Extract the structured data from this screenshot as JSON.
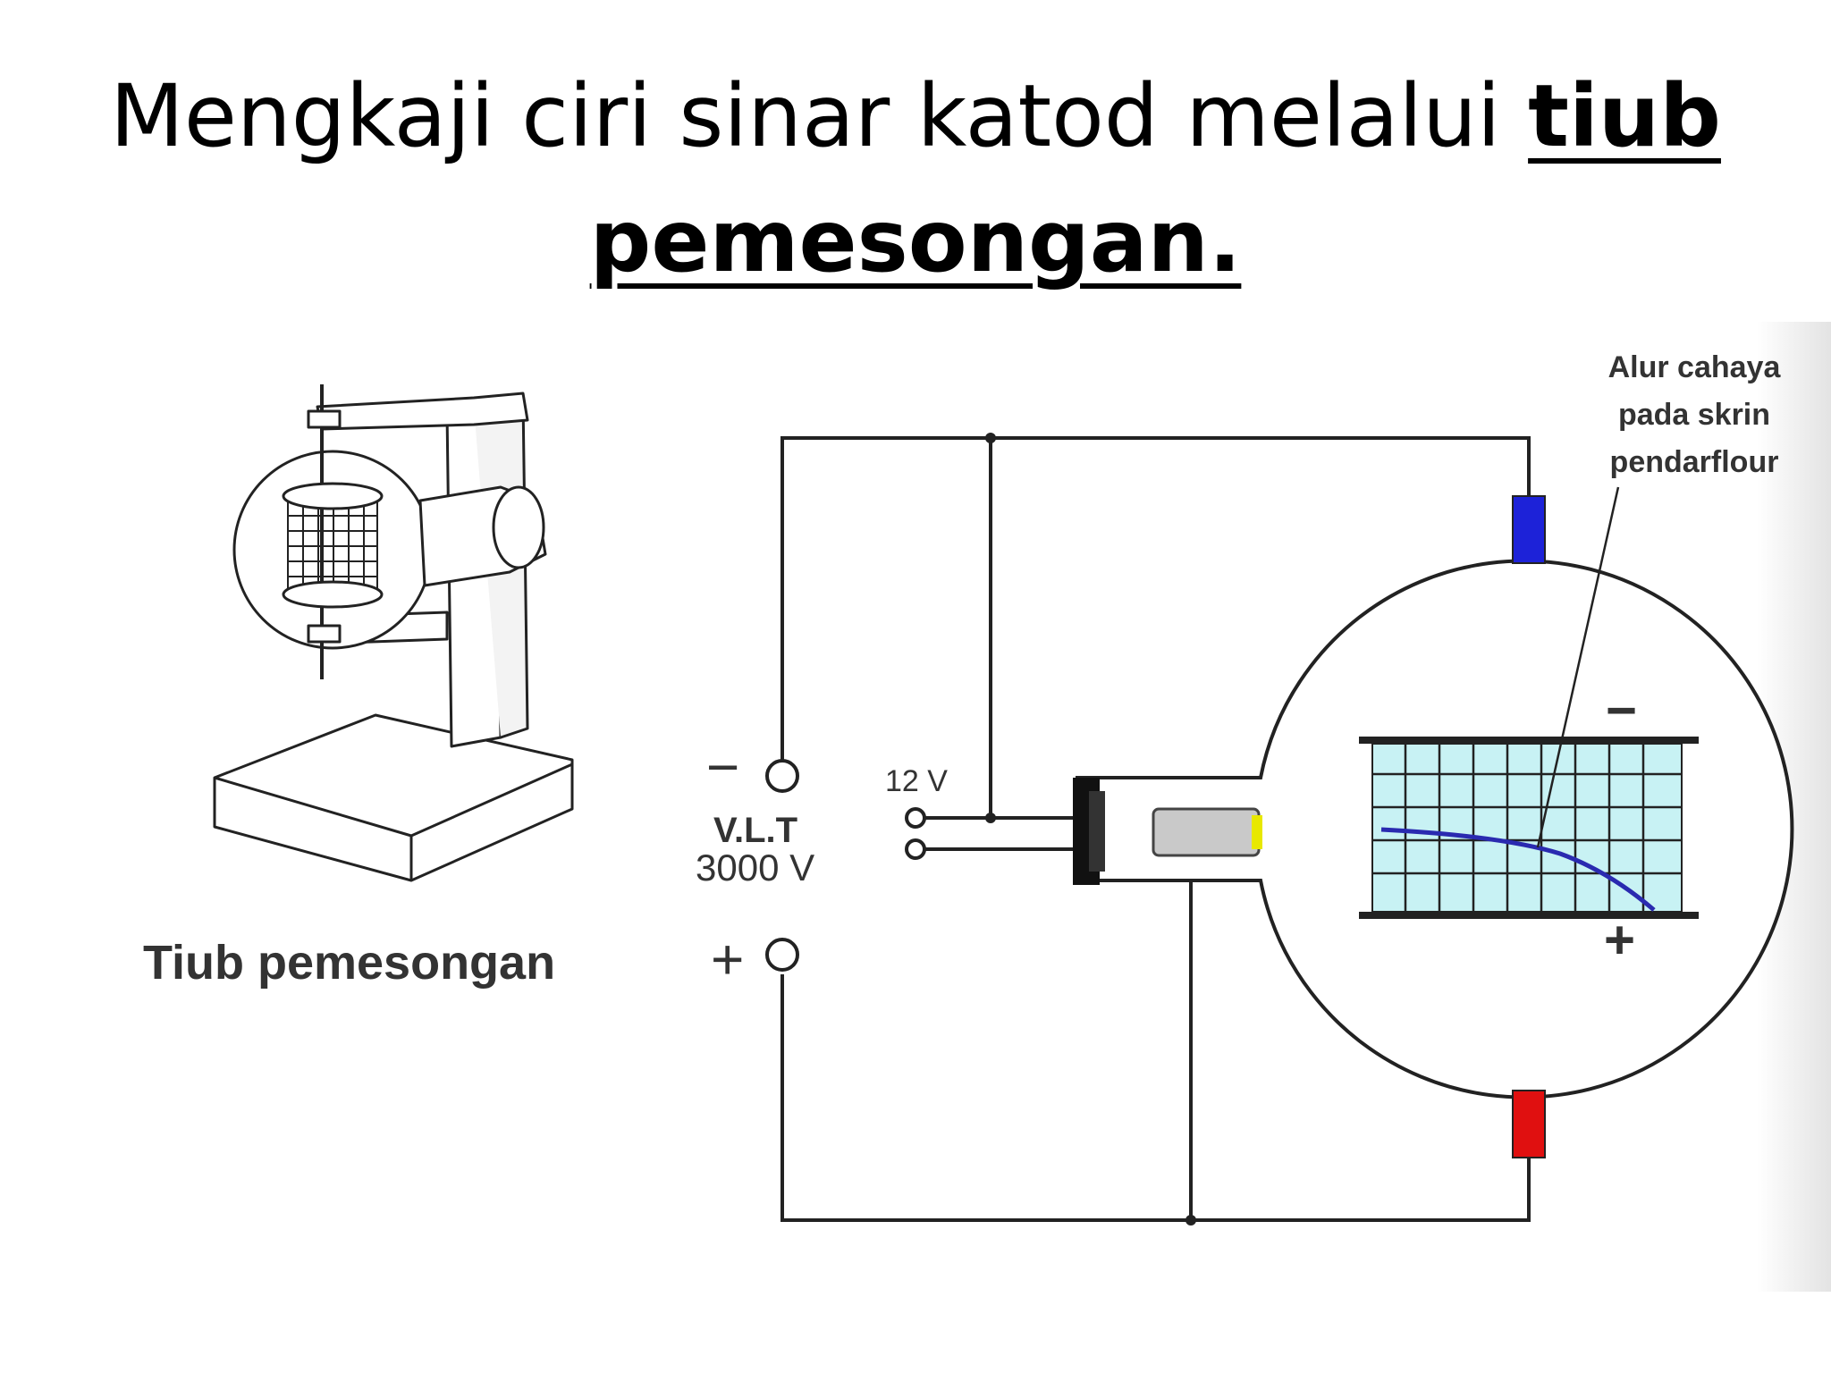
{
  "title": {
    "line1_plain": "Mengkaji ciri sinar katod melalui ",
    "line1_bold": "tiub",
    "line2_bold": "pemesongan."
  },
  "apparatus_caption": "Tiub pemesongan",
  "labels": {
    "minus_terminal": "−",
    "plus_terminal": "+",
    "vlt": "V.L.T",
    "vlt_voltage": "3000 V",
    "heater_voltage": "12 V",
    "plate_minus": "−",
    "plate_plus": "+",
    "screen_note_line1": "Alur cahaya",
    "screen_note_line2": "pada skrin",
    "screen_note_line3": "pendarflour"
  },
  "colors": {
    "top_anode": "#1d22d8",
    "bottom_anode": "#e01010",
    "screen_fill": "#c8f2f4",
    "beam": "#2a2ab0"
  }
}
